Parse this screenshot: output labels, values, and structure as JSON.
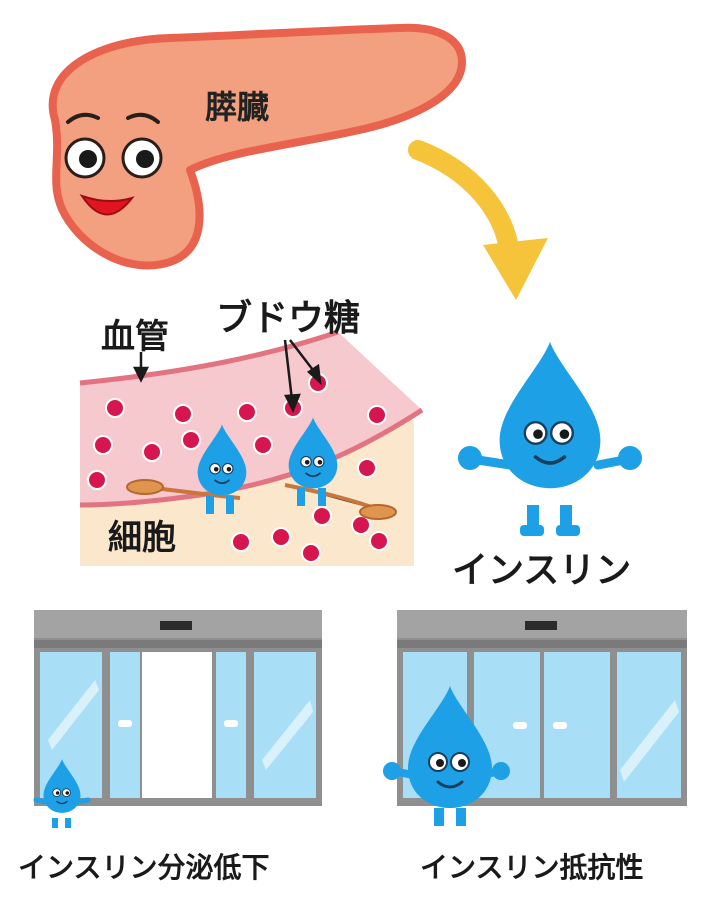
{
  "labels": {
    "pancreas": "膵臓",
    "blood_vessel": "血管",
    "glucose": "ブドウ糖",
    "cell": "細胞",
    "insulin": "インスリン",
    "insulin_secretion_decrease": "インスリン分泌低下",
    "insulin_resistance": "インスリン抵抗性"
  },
  "colors": {
    "pancreas_fill": "#f2a07f",
    "pancreas_outline": "#e8624e",
    "arrow": "#f6c43a",
    "insulin_drop": "#1ea0e6",
    "vessel_fill": "#f6c9cf",
    "vessel_edge": "#e27381",
    "cell_fill": "#fbe7cc",
    "glucose_dot": "#d6174f",
    "door_frame": "#9a9a9a",
    "door_glass": "#a9dff6"
  }
}
